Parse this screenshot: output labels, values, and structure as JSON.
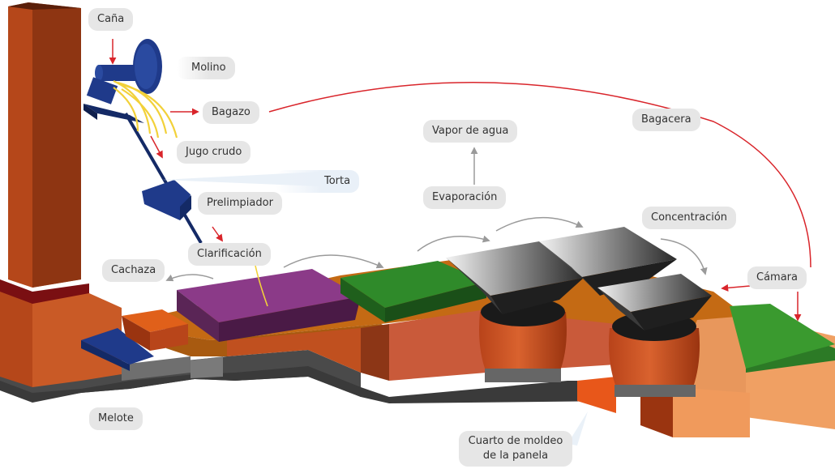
{
  "labels": {
    "cana": "Caña",
    "molino": "Molino",
    "bagazo": "Bagazo",
    "jugo_crudo": "Jugo crudo",
    "torta": "Torta",
    "prelimpiador": "Prelimpiador",
    "clarificacion": "Clarificación",
    "cachaza": "Cachaza",
    "melote": "Melote",
    "vapor_de_agua": "Vapor de agua",
    "evaporacion": "Evaporación",
    "concentracion": "Concentración",
    "bagacera": "Bagacera",
    "camara": "Cámara",
    "cuarto_line1": "Cuarto de moldeo",
    "cuarto_line2": "de la panela"
  },
  "colors": {
    "chimney": "#b5471a",
    "chimney_dark": "#8e3512",
    "mill": "#1f3a8a",
    "juice": "#f2d13a",
    "arrow_red": "#d9252b",
    "arrow_gray": "#9a9a9a",
    "clarifier": "#8b3a88",
    "evaporator": "#2f8a2a",
    "pan": "#2b2b2b",
    "furnace": "#c9461a",
    "floor": "#c46a14",
    "label_bg": "#e6e6e6"
  }
}
